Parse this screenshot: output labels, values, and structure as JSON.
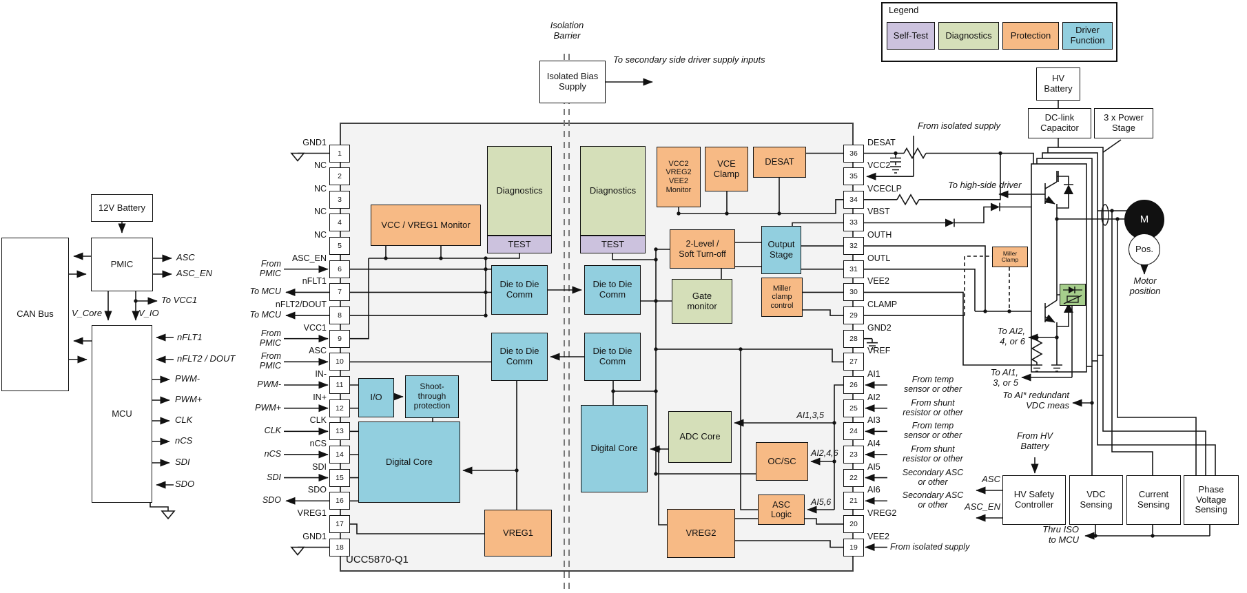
{
  "ic": {
    "name": "UCC5870-Q1",
    "primary_side": {
      "diagnostics": "Diagnostics",
      "test": "TEST",
      "monitor": "VCC / VREG1 Monitor",
      "d2d_a": "Die to Die\nComm",
      "d2d_b": "Die to Die\nComm",
      "io": "I/O",
      "shoot": "Shoot-\nthrough\nprotection",
      "digital_core": "Digital Core",
      "vreg1": "VREG1"
    },
    "secondary_side": {
      "diagnostics": "Diagnostics",
      "test": "TEST",
      "monitor": "VCC2\nVREG2\nVEE2\nMonitor",
      "vce_clamp": "VCE\nClamp",
      "desat": "DESAT",
      "two_level": "2-Level /\nSoft Turn-off",
      "output_stage": "Output\nStage",
      "gate_monitor": "Gate\nmonitor",
      "miller": "Miller\nclamp\ncontrol",
      "d2d_a": "Die to Die\nComm",
      "d2d_b": "Die to Die\nComm",
      "digital_core": "Digital Core",
      "adc_core": "ADC Core",
      "ocsc": "OC/SC",
      "asc_logic": "ASC\nLogic",
      "vreg2": "VREG2",
      "ai135": "AI1,3,5",
      "ai246": "AI2,4,6",
      "ai56": "AI5,6"
    }
  },
  "legend": {
    "title": "Legend",
    "items": [
      {
        "label": "Self-Test",
        "color": "#CCC2DE"
      },
      {
        "label": "Diagnostics",
        "color": "#D5DFB9"
      },
      {
        "label": "Protection",
        "color": "#F7BA85"
      },
      {
        "label": "Driver\nFunction",
        "color": "#92CFDF"
      }
    ]
  },
  "left_system": {
    "battery": "12V Battery",
    "pmic": "PMIC",
    "can_bus": "CAN Bus",
    "mcu": "MCU",
    "signals": {
      "asc": "ASC",
      "asc_en": "ASC_EN",
      "to_vcc1": "To VCC1",
      "v_core": "V_Core",
      "v_io": "V_IO",
      "nflt1": "nFLT1",
      "nflt2": "nFLT2 / DOUT",
      "pwm_minus": "PWM-",
      "pwm_plus": "PWM+",
      "clk": "CLK",
      "ncs": "nCS",
      "sdi": "SDI",
      "sdo": "SDO"
    }
  },
  "isolation": {
    "barrier_label": "Isolation\nBarrier",
    "bias_supply": "Isolated Bias\nSupply",
    "secondary_note": "To secondary side driver supply inputs"
  },
  "pins": {
    "left": [
      {
        "num": "1",
        "label": "GND1",
        "dir": "gnd"
      },
      {
        "num": "2",
        "label": "NC",
        "dir": "none"
      },
      {
        "num": "3",
        "label": "NC",
        "dir": "none"
      },
      {
        "num": "4",
        "label": "NC",
        "dir": "none"
      },
      {
        "num": "5",
        "label": "NC",
        "dir": "none"
      },
      {
        "num": "6",
        "label": "ASC_EN",
        "dir": "in",
        "ann": "From\nPMIC"
      },
      {
        "num": "7",
        "label": "nFLT1",
        "dir": "out",
        "ann": "To MCU"
      },
      {
        "num": "8",
        "label": "nFLT2/DOUT",
        "dir": "out",
        "ann": "To MCU"
      },
      {
        "num": "9",
        "label": "VCC1",
        "dir": "in",
        "ann": "From\nPMIC"
      },
      {
        "num": "10",
        "label": "ASC",
        "dir": "in",
        "ann": "From\nPMIC"
      },
      {
        "num": "11",
        "label": "IN-",
        "dir": "in",
        "ann": "PWM-"
      },
      {
        "num": "12",
        "label": "IN+",
        "dir": "in",
        "ann": "PWM+"
      },
      {
        "num": "13",
        "label": "CLK",
        "dir": "in",
        "ann": "CLK"
      },
      {
        "num": "14",
        "label": "nCS",
        "dir": "in",
        "ann": "nCS"
      },
      {
        "num": "15",
        "label": "SDI",
        "dir": "in",
        "ann": "SDI"
      },
      {
        "num": "16",
        "label": "SDO",
        "dir": "out",
        "ann": "SDO"
      },
      {
        "num": "17",
        "label": "VREG1",
        "dir": "none"
      },
      {
        "num": "18",
        "label": "GND1",
        "dir": "gnd"
      }
    ],
    "right": [
      {
        "num": "36",
        "label": "DESAT",
        "dir": "none"
      },
      {
        "num": "35",
        "label": "VCC2",
        "dir": "none"
      },
      {
        "num": "34",
        "label": "VCECLP",
        "dir": "none"
      },
      {
        "num": "33",
        "label": "VBST",
        "dir": "none"
      },
      {
        "num": "32",
        "label": "OUTH",
        "dir": "none"
      },
      {
        "num": "31",
        "label": "OUTL",
        "dir": "none"
      },
      {
        "num": "30",
        "label": "VEE2",
        "dir": "none"
      },
      {
        "num": "29",
        "label": "CLAMP",
        "dir": "none"
      },
      {
        "num": "28",
        "label": "GND2",
        "dir": "gnd"
      },
      {
        "num": "27",
        "label": "VREF",
        "dir": "none"
      },
      {
        "num": "26",
        "label": "AI1",
        "dir": "in",
        "ann": "From temp\nsensor or other"
      },
      {
        "num": "25",
        "label": "AI2",
        "dir": "in",
        "ann": "From shunt\nresistor or other"
      },
      {
        "num": "24",
        "label": "AI3",
        "dir": "in",
        "ann": "From temp\nsensor or other"
      },
      {
        "num": "23",
        "label": "AI4",
        "dir": "in",
        "ann": "From shunt\nresistor or other"
      },
      {
        "num": "22",
        "label": "AI5",
        "dir": "in",
        "ann": "Secondary ASC\nor other"
      },
      {
        "num": "21",
        "label": "AI6",
        "dir": "in",
        "ann": "Secondary ASC\nor other"
      },
      {
        "num": "20",
        "label": "VREG2",
        "dir": "none"
      },
      {
        "num": "19",
        "label": "VEE2",
        "dir": "in",
        "ann": "From isolated supply"
      }
    ]
  },
  "power_side": {
    "hv_battery": "HV\nBattery",
    "dc_link": "DC-link\nCapacitor",
    "power_stage": "3 x Power\nStage",
    "from_isolated_supply": "From isolated supply",
    "to_high_side": "To high-side driver",
    "miller_clamp": "Miller\nClamp",
    "motor_m": "M",
    "motor_pos": "Pos.",
    "motor_position": "Motor\nposition",
    "to_ai246": "To AI2,\n4, or 6",
    "to_ai135": "To AI1,\n3, or 5",
    "to_ai_redundant": "To AI* redundant\nVDC meas",
    "from_hv_battery": "From HV\nBattery",
    "asc": "ASC",
    "asc_en": "ASC_EN",
    "hv_safety": "HV Safety\nController",
    "vdc_sensing": "VDC\nSensing",
    "current_sensing": "Current\nSensing",
    "phase_voltage": "Phase\nVoltage\nSensing",
    "thru_iso": "Thru ISO\nto MCU"
  }
}
